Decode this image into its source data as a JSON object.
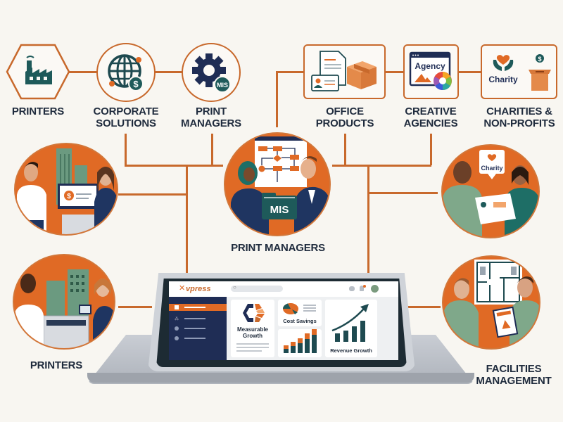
{
  "colors": {
    "accent_orange": "#e06a25",
    "connector": "#c8692c",
    "navy": "#1f2d55",
    "teal": "#1e5a5a",
    "background": "#f8f6f1"
  },
  "top_row": [
    {
      "label_line1": "PRINTERS",
      "label_line2": "",
      "icon": "factory-icon",
      "shape": "hexagon"
    },
    {
      "label_line1": "CORPORATE",
      "label_line2": "SOLUTIONS",
      "icon": "globe-dollar-icon",
      "shape": "circle"
    },
    {
      "label_line1": "PRINT",
      "label_line2": "MANAGERS",
      "icon": "gear-mis-icon",
      "shape": "circle",
      "badge": "MIS"
    },
    {
      "label_line1": "OFFICE",
      "label_line2": "PRODUCTS",
      "icon": "document-box-icon",
      "shape": "rounded-square"
    },
    {
      "label_line1": "CREATIVE",
      "label_line2": "AGENCIES",
      "icon": "agency-window-icon",
      "shape": "rounded-square",
      "badge": "Agency"
    },
    {
      "label_line1": "CHARITIES &",
      "label_line2": "NON-PROFITS",
      "icon": "charity-hands-icon",
      "shape": "rounded-square",
      "badge": "Charity"
    }
  ],
  "center_scene": {
    "label": "PRINT MANAGERS",
    "folder_label": "MIS"
  },
  "left_scenes": [
    {
      "label": "",
      "description": "corporate-printing-scene"
    },
    {
      "label": "PRINTERS",
      "description": "printer-operator-scene"
    }
  ],
  "right_scenes": [
    {
      "label": "",
      "description": "charity-scene",
      "bubble": "Charity"
    },
    {
      "label_line1": "FACILITIES",
      "label_line2": "MANAGEMENT",
      "description": "facilities-floorplan-scene"
    }
  ],
  "dashboard": {
    "brand": "vpress",
    "cards": {
      "measurable": {
        "line1": "Measurable",
        "line2": "Growth"
      },
      "cost": "Cost Savings",
      "revenue": "Revenue Growth"
    },
    "small_bars": [
      {
        "dark": 6,
        "orange": 5
      },
      {
        "dark": 10,
        "orange": 6
      },
      {
        "dark": 14,
        "orange": 7
      },
      {
        "dark": 20,
        "orange": 8
      },
      {
        "dark": 26,
        "orange": 8
      }
    ],
    "revenue_bars": [
      12,
      16,
      22,
      30
    ]
  }
}
